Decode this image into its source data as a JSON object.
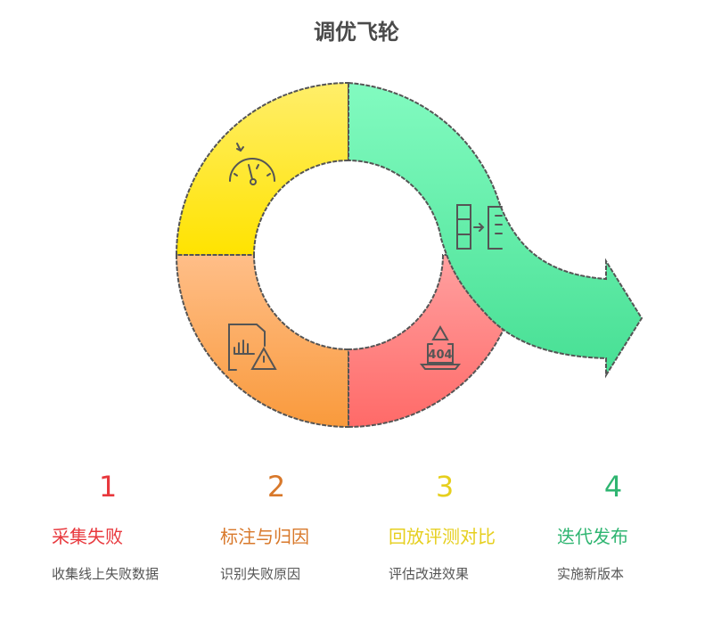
{
  "title": "调优飞轮",
  "steps": [
    {
      "number": "1",
      "label": "采集失败",
      "desc": "收集线上失败数据",
      "color": "#e8383d"
    },
    {
      "number": "2",
      "label": "标注与归因",
      "desc": "识别失败原因",
      "color": "#d8782a"
    },
    {
      "number": "3",
      "label": "回放评测对比",
      "desc": "评估改进效果",
      "color": "#e6cf1e"
    },
    {
      "number": "4",
      "label": "迭代发布",
      "desc": "实施新版本",
      "color": "#2fb571"
    }
  ]
}
